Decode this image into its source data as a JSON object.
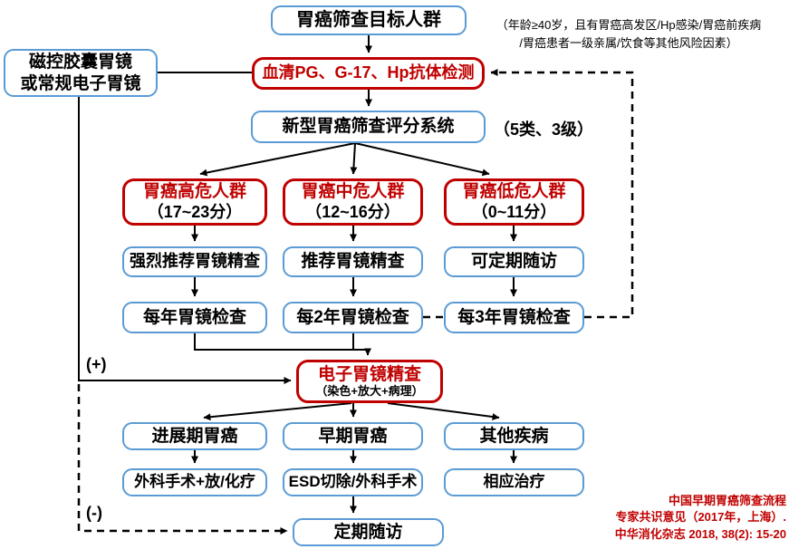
{
  "colors": {
    "box_blue": "#5B9BD5",
    "accent_red": "#C00000",
    "line_black": "#000000"
  },
  "nodes": {
    "target": "胃癌筛查目标人群",
    "capsule": {
      "line1": "磁控胶囊胃镜",
      "line2": "或常规电子胃镜"
    },
    "serum": "血清PG、G-17、Hp抗体检测",
    "score": "新型胃癌筛查评分系统",
    "high": {
      "title": "胃癌高危人群",
      "range": "（17~23分）"
    },
    "mid": {
      "title": "胃癌中危人群",
      "range": "（12~16分）"
    },
    "low": {
      "title": "胃癌低危人群",
      "range": "（0~11分）"
    },
    "high_rec": "强烈推荐胃镜精查",
    "mid_rec": "推荐胃镜精查",
    "low_rec": "可定期随访",
    "high_freq": "每年胃镜检查",
    "mid_freq": "每2年胃镜检查",
    "low_freq": "每3年胃镜检查",
    "endoscopy": {
      "title": "电子胃镜精查",
      "subtitle": "（染色+放大+病理）"
    },
    "advanced": "进展期胃癌",
    "early": "早期胃癌",
    "other": "其他疾病",
    "advanced_tx": "外科手术+放/化疗",
    "early_tx": "ESD切除/外科手术",
    "other_tx": "相应治疗",
    "followup": "定期随访"
  },
  "notes": {
    "criteria_line1": "（年龄≥40岁，且有胃癌高发区/Hp感染/胃癌前疾病",
    "criteria_line2": "/胃癌患者一级亲属/饮食等其他风险因素）",
    "score_note": "（5类、3级）",
    "positive": "(+)",
    "negative": "(-)"
  },
  "citation": {
    "line1": "中国早期胃癌筛查流程",
    "line2": "专家共识意见（2017年，上海）.",
    "line3": "中华消化杂志 2018, 38(2): 15-20"
  }
}
